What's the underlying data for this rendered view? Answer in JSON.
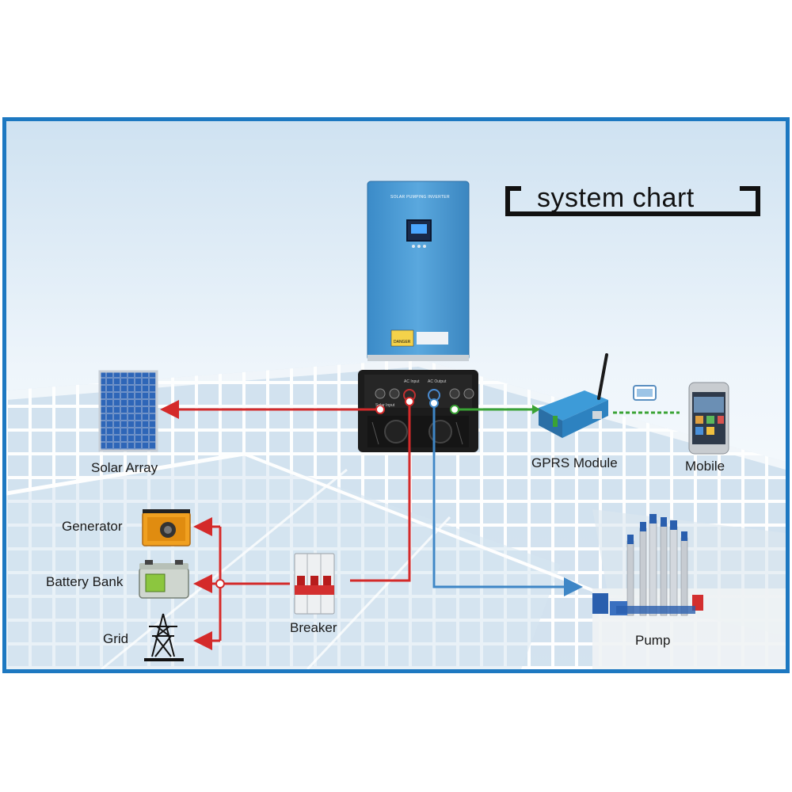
{
  "title": "system chart",
  "inverter": {
    "brand_label": "SOLAR PUMPING INVERTER",
    "warning_label": "DANGER",
    "port_solar": "Solar Input",
    "port_ac_input": "AC Input",
    "port_ac_output": "AC Output"
  },
  "labels": {
    "solar_array": "Solar Array",
    "gprs_module": "GPRS Module",
    "mobile": "Mobile",
    "generator": "Generator",
    "battery_bank": "Battery Bank",
    "grid": "Grid",
    "breaker": "Breaker",
    "pump": "Pump"
  },
  "colors": {
    "frame": "#1d78c1",
    "dc_line": "#d42a2a",
    "ac_out_line": "#3e86c6",
    "gprs_line": "#3aa335",
    "inverter_body": "#4a9ad4"
  }
}
